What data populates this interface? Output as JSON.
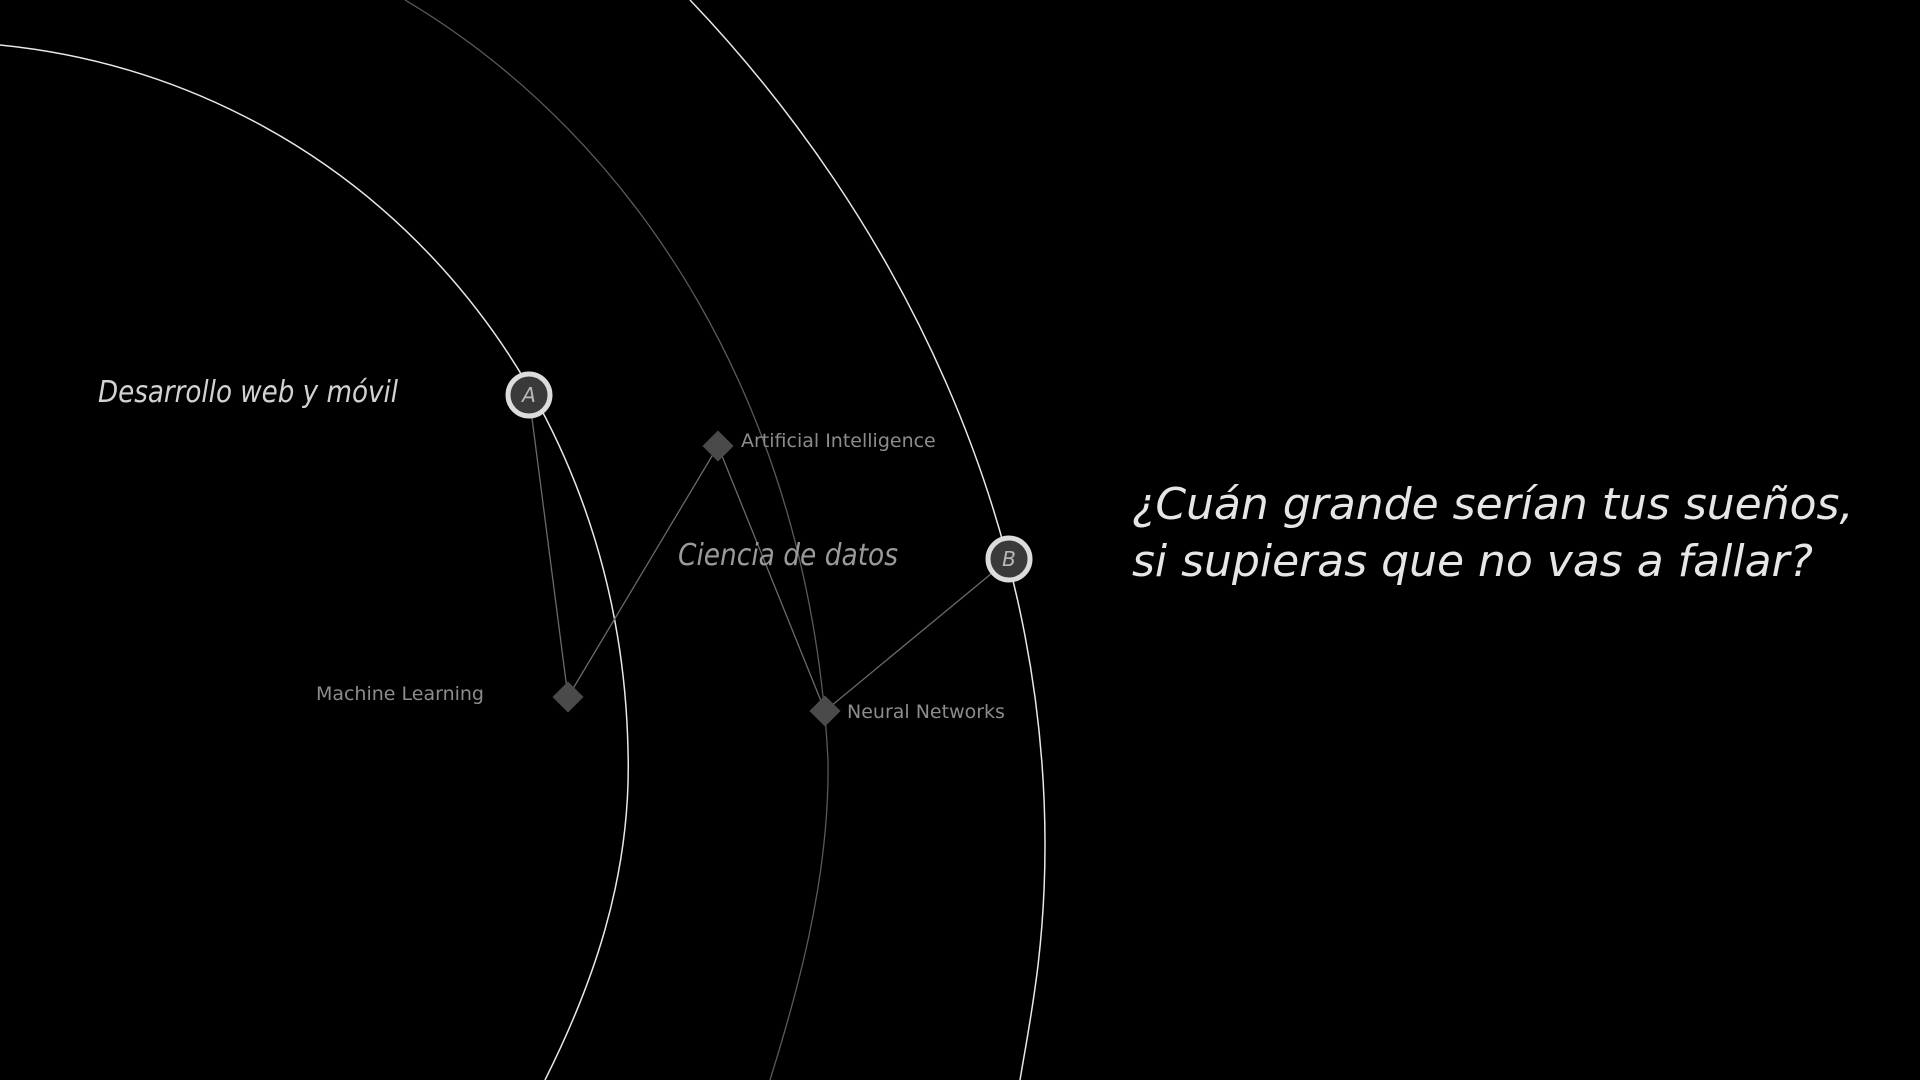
{
  "nodes": {
    "a": {
      "letter": "A",
      "label": "Desarrollo web y móvil"
    },
    "b": {
      "letter": "B",
      "label": "Ciencia de datos"
    }
  },
  "topics": {
    "ai": "Artificial Intelligence",
    "ml": "Machine Learning",
    "nn": "Neural Networks"
  },
  "quote": "¿Cuán grande serían tus sueños, si supieras que no vas a fallar?"
}
